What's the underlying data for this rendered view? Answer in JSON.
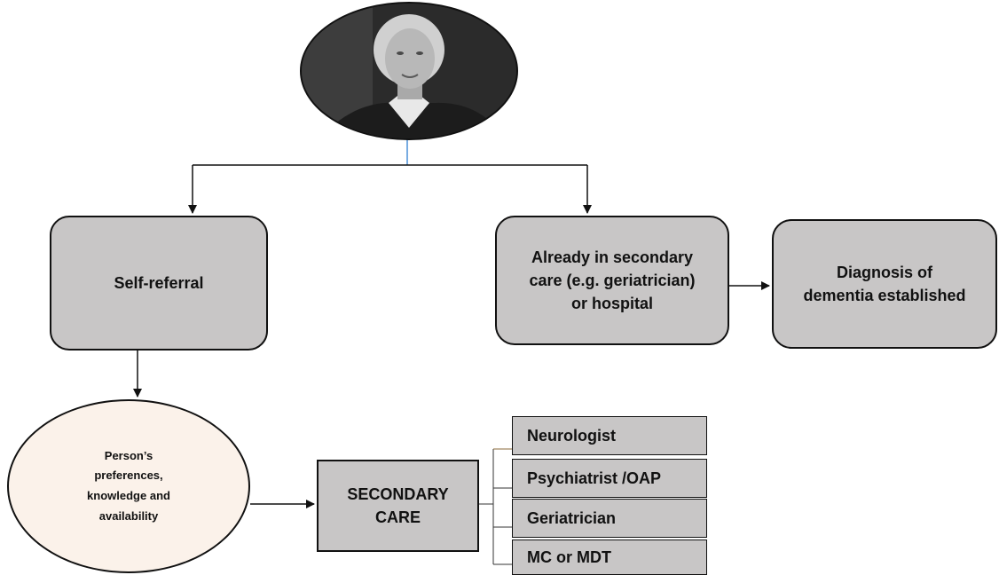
{
  "diagram": {
    "nodes": {
      "self_referral": "Self-referral",
      "already_secondary": "Already in secondary\ncare (e.g. geriatrician)\nor hospital",
      "diagnosis": "Diagnosis of\ndementia established",
      "preferences": "Person’s\npreferences,\nknowledge and\navailability",
      "secondary_care": "SECONDARY\nCARE"
    },
    "specialists": [
      "Neurologist",
      "Psychiatrist /OAP",
      "Geriatrician",
      "MC or MDT"
    ],
    "colors": {
      "box_fill": "#c8c6c6",
      "oval_fill": "#fbf2ea",
      "line": "#111111",
      "connector_accent": "#4a90d9"
    },
    "icons": {
      "photo": "portrait-photo"
    }
  }
}
